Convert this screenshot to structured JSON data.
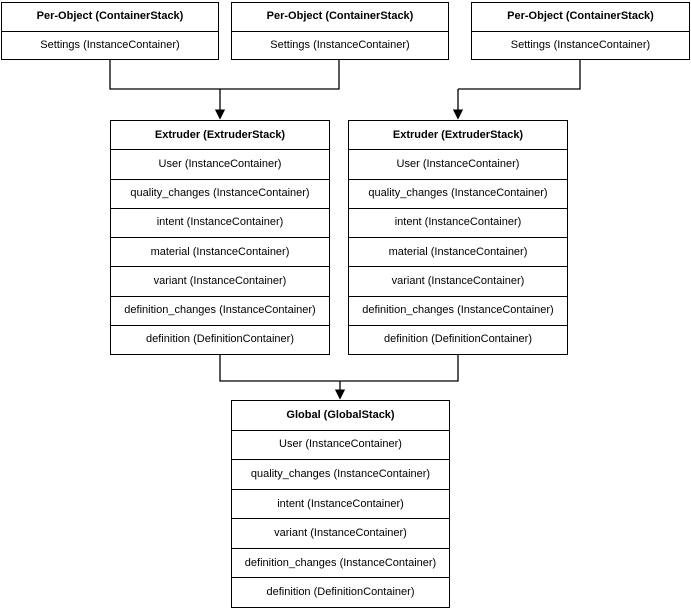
{
  "diagram": {
    "colors": {
      "background": "#ffffff",
      "box_fill": "#ffffff",
      "line": "#000000",
      "text": "#000000"
    },
    "stacks": {
      "per_object_1": {
        "title": "Per-Object (ContainerStack)",
        "rows": [
          "Settings (InstanceContainer)"
        ]
      },
      "per_object_2": {
        "title": "Per-Object (ContainerStack)",
        "rows": [
          "Settings (InstanceContainer)"
        ]
      },
      "per_object_3": {
        "title": "Per-Object (ContainerStack)",
        "rows": [
          "Settings (InstanceContainer)"
        ]
      },
      "extruder_1": {
        "title": "Extruder (ExtruderStack)",
        "rows": [
          "User (InstanceContainer)",
          "quality_changes (InstanceContainer)",
          "intent (InstanceContainer)",
          "material (InstanceContainer)",
          "variant (InstanceContainer)",
          "definition_changes (InstanceContainer)",
          "definition (DefinitionContainer)"
        ]
      },
      "extruder_2": {
        "title": "Extruder (ExtruderStack)",
        "rows": [
          "User (InstanceContainer)",
          "quality_changes (InstanceContainer)",
          "intent (InstanceContainer)",
          "material (InstanceContainer)",
          "variant (InstanceContainer)",
          "definition_changes (InstanceContainer)",
          "definition (DefinitionContainer)"
        ]
      },
      "global": {
        "title": "Global (GlobalStack)",
        "rows": [
          "User (InstanceContainer)",
          "quality_changes (InstanceContainer)",
          "intent (InstanceContainer)",
          "variant (InstanceContainer)",
          "definition_changes (InstanceContainer)",
          "definition (DefinitionContainer)"
        ]
      }
    }
  }
}
